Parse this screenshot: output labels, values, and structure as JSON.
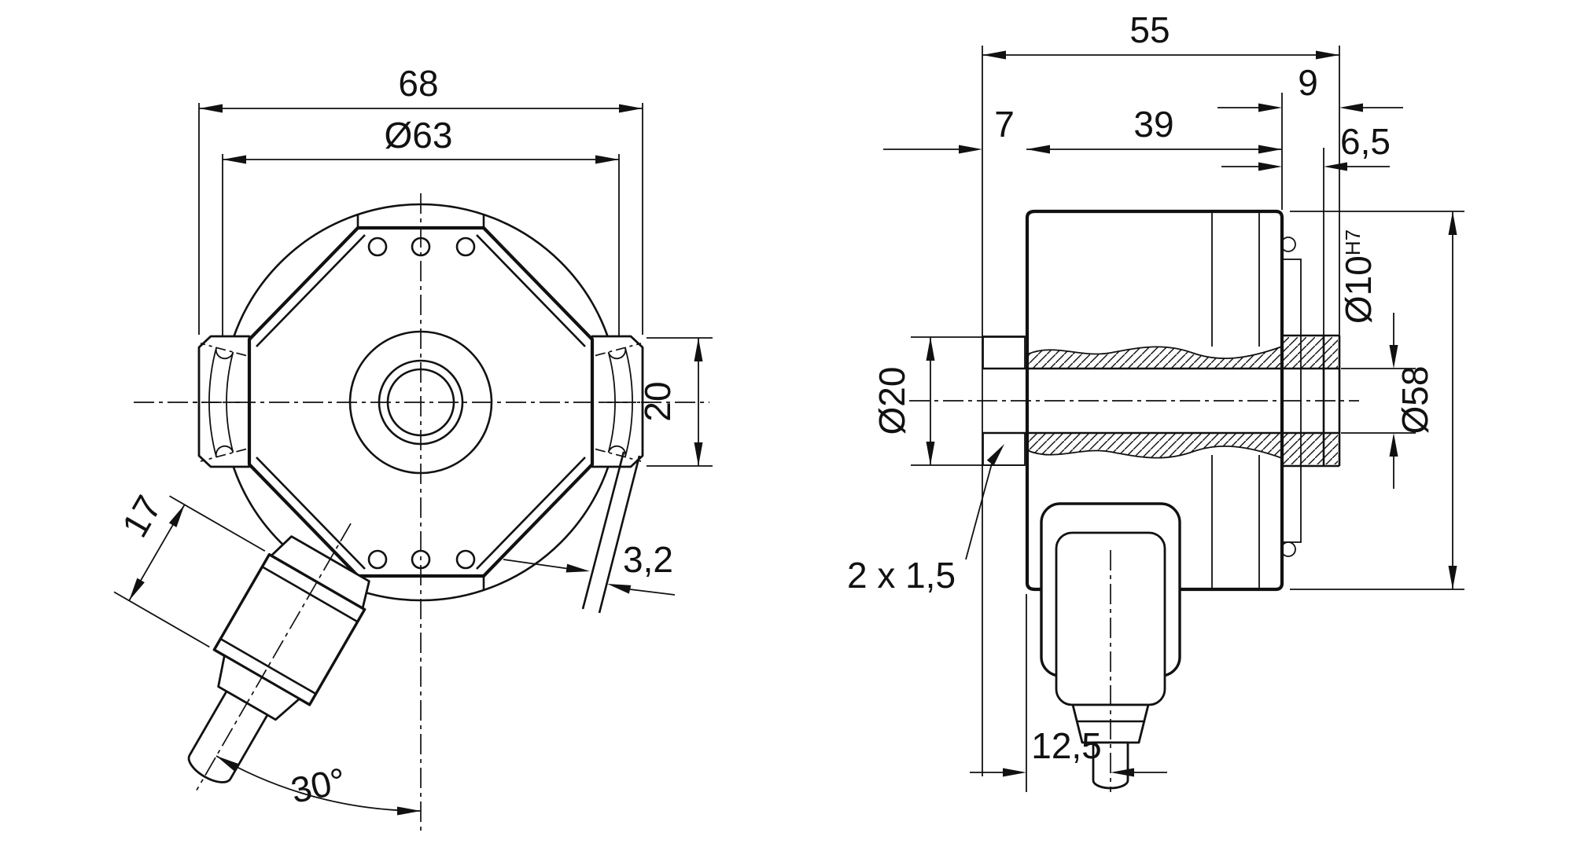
{
  "page": {
    "background": "#ffffff",
    "ink": "#111111"
  },
  "drawing": {
    "type": "engineering-dimension-drawing",
    "description": "Hollow-shaft rotary encoder, front view and sectioned side view with dimensions in mm",
    "views": {
      "front": "front-view",
      "side": "side-section-view"
    },
    "dimensions": {
      "front": {
        "overall_width": "68",
        "body_diameter": "Ø63",
        "tab_height": "20",
        "connector_length": "17",
        "slot_width": "3,2",
        "connector_angle": "30°"
      },
      "side": {
        "overall_depth": "55",
        "shaft_protrusion": "9",
        "clamp_flange_thickness": "7",
        "housing_depth": "39",
        "groove_offset": "6,5",
        "bore_diameter": "Ø10",
        "bore_tolerance": "H7",
        "clamp_diameter": "Ø20",
        "housing_diameter": "Ø58",
        "chamfer_note": "2 x 1,5",
        "connector_offset": "12,5"
      }
    }
  }
}
